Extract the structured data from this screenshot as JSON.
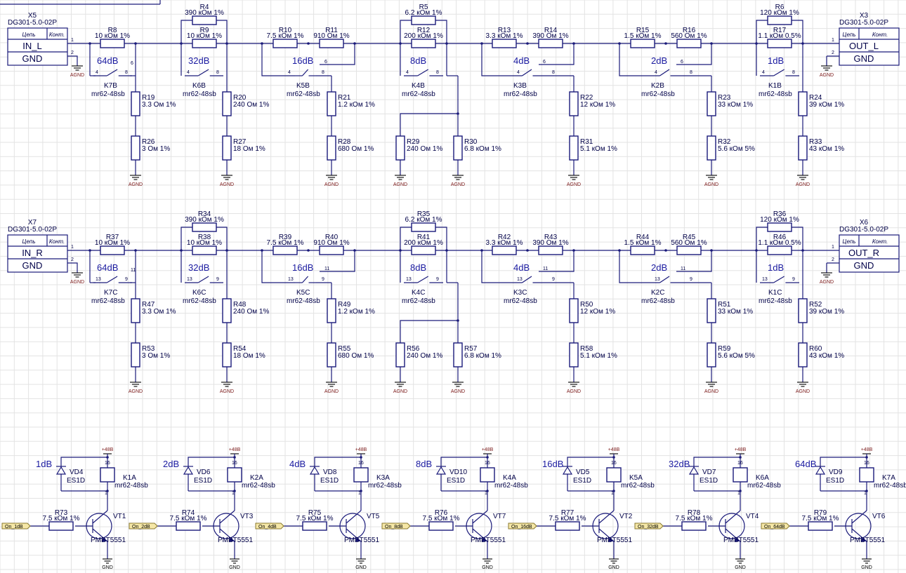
{
  "connectors": {
    "top_in": {
      "ref": "X5",
      "part": "DG301-5.0-02P",
      "h1": "Цепь",
      "h2": "Конт.",
      "pins": [
        "IN_L",
        "GND"
      ]
    },
    "top_out": {
      "ref": "X3",
      "part": "DG301-5.0-02P",
      "h1": "Конт.",
      "h2": "Цепь",
      "pins": [
        "OUT_L",
        "GND"
      ]
    },
    "bot_in": {
      "ref": "X7",
      "part": "DG301-5.0-02P",
      "h1": "Цепь",
      "h2": "Конт.",
      "pins": [
        "IN_R",
        "GND"
      ]
    },
    "bot_out": {
      "ref": "X6",
      "part": "DG301-5.0-02P",
      "h1": "Конт.",
      "h2": "Цепь",
      "pins": [
        "OUT_R",
        "GND"
      ]
    }
  },
  "top_row": {
    "stages": [
      {
        "db": "64dB",
        "relay": "K7B",
        "relay_part": "mr62-48sb",
        "ser1": [
          "R8",
          "10 кОм 1%"
        ],
        "ser2": null,
        "par": null,
        "shunt": [
          [
            "R19",
            "3.3 Ом 1%"
          ],
          [
            "R26",
            "3 Ом 1%"
          ]
        ]
      },
      {
        "db": "32dB",
        "relay": "K6B",
        "relay_part": "mr62-48sb",
        "ser1": [
          "R9",
          "10 кОм 1%"
        ],
        "ser2": null,
        "par": [
          "R4",
          "390 кОм 1%"
        ],
        "shunt": [
          [
            "R20",
            "240 Ом 1%"
          ],
          [
            "R27",
            "18 Ом 1%"
          ]
        ]
      },
      {
        "db": "16dB",
        "relay": "K5B",
        "relay_part": "mr62-48sb",
        "ser1": [
          "R10",
          "7.5 кОм 1%"
        ],
        "ser2": [
          "R11",
          "910 Ом 1%"
        ],
        "par": null,
        "shunt": [
          [
            "R21",
            "1.2 кОм 1%"
          ],
          [
            "R28",
            "680 Ом 1%"
          ]
        ]
      },
      {
        "db": "8dB",
        "relay": "K4B",
        "relay_part": "mr62-48sb",
        "ser1": [
          "R12",
          "200 кОм 1%"
        ],
        "ser2": null,
        "par": [
          "R5",
          "6.2 кОм 1%"
        ],
        "shunt2": [
          [
            "R29",
            "240 Ом 1%"
          ],
          [
            "R30",
            "6.8 кОм 1%"
          ]
        ]
      },
      {
        "db": "4dB",
        "relay": "K3B",
        "relay_part": "mr62-48sb",
        "ser1": [
          "R13",
          "3.3 кОм 1%"
        ],
        "ser2": [
          "R14",
          "390 Ом 1%"
        ],
        "par": null,
        "shunt": [
          [
            "R22",
            "12 кОм 1%"
          ],
          [
            "R31",
            "5.1 кОм 1%"
          ]
        ]
      },
      {
        "db": "2dB",
        "relay": "K2B",
        "relay_part": "mr62-48sb",
        "ser1": [
          "R15",
          "1.5 кОм 1%"
        ],
        "ser2": [
          "R16",
          "560 Ом 1%"
        ],
        "par": null,
        "shunt": [
          [
            "R23",
            "33 кОм 1%"
          ],
          [
            "R32",
            "5.6 кОм 5%"
          ]
        ]
      },
      {
        "db": "1dB",
        "relay": "K1B",
        "relay_part": "mr62-48sb",
        "ser1": [
          "R17",
          "1.1 кОм 0.5%"
        ],
        "ser2": null,
        "par": [
          "R6",
          "120 кОм 1%"
        ],
        "shunt": [
          [
            "R24",
            "39 кОм 1%"
          ],
          [
            "R33",
            "43 кОм 1%"
          ]
        ]
      }
    ]
  },
  "bot_row": {
    "stages": [
      {
        "db": "64dB",
        "relay": "K7C",
        "relay_part": "mr62-48sb",
        "ser1": [
          "R37",
          "10 кОм 1%"
        ],
        "ser2": null,
        "par": null,
        "shunt": [
          [
            "R47",
            "3.3 Ом 1%"
          ],
          [
            "R53",
            "3 Ом 1%"
          ]
        ]
      },
      {
        "db": "32dB",
        "relay": "K6C",
        "relay_part": "mr62-48sb",
        "ser1": [
          "R38",
          "10 кОм 1%"
        ],
        "ser2": null,
        "par": [
          "R34",
          "390 кОм 1%"
        ],
        "shunt": [
          [
            "R48",
            "240 Ом 1%"
          ],
          [
            "R54",
            "18 Ом 1%"
          ]
        ]
      },
      {
        "db": "16dB",
        "relay": "K5C",
        "relay_part": "mr62-48sb",
        "ser1": [
          "R39",
          "7.5 кОм 1%"
        ],
        "ser2": [
          "R40",
          "910 Ом 1%"
        ],
        "par": null,
        "shunt": [
          [
            "R49",
            "1.2 кОм 1%"
          ],
          [
            "R55",
            "680 Ом 1%"
          ]
        ]
      },
      {
        "db": "8dB",
        "relay": "K4C",
        "relay_part": "mr62-48sb",
        "ser1": [
          "R41",
          "200 кОм 1%"
        ],
        "ser2": null,
        "par": [
          "R35",
          "6.2 кОм 1%"
        ],
        "shunt2": [
          [
            "R56",
            "240 Ом 1%"
          ],
          [
            "R57",
            "6.8 кОм 1%"
          ]
        ]
      },
      {
        "db": "4dB",
        "relay": "K3C",
        "relay_part": "mr62-48sb",
        "ser1": [
          "R42",
          "3.3 кОм 1%"
        ],
        "ser2": [
          "R43",
          "390 Ом 1%"
        ],
        "par": null,
        "shunt": [
          [
            "R50",
            "12 кОм 1%"
          ],
          [
            "R58",
            "5.1 кОм 1%"
          ]
        ]
      },
      {
        "db": "2dB",
        "relay": "K2C",
        "relay_part": "mr62-48sb",
        "ser1": [
          "R44",
          "1.5 кОм 1%"
        ],
        "ser2": [
          "R45",
          "560 Ом 1%"
        ],
        "par": null,
        "shunt": [
          [
            "R51",
            "33 кОм 1%"
          ],
          [
            "R59",
            "5.6 кОм 5%"
          ]
        ]
      },
      {
        "db": "1dB",
        "relay": "K1C",
        "relay_part": "mr62-48sb",
        "ser1": [
          "R46",
          "1.1 кОм 0.5%"
        ],
        "ser2": null,
        "par": [
          "R36",
          "120 кОм 1%"
        ],
        "shunt": [
          [
            "R52",
            "39 кОм 1%"
          ],
          [
            "R60",
            "43 кОм 1%"
          ]
        ]
      }
    ]
  },
  "drivers": [
    {
      "db": "1dB",
      "diode": "VD4",
      "diode_part": "ES1D",
      "relay": "K1A",
      "relay_part": "mr62-48sb",
      "r": "R73",
      "r_val": "7.5 кОм 1%",
      "vt": "VT1",
      "vt_part": "PMBT5551",
      "net": "On_1dB"
    },
    {
      "db": "2dB",
      "diode": "VD6",
      "diode_part": "ES1D",
      "relay": "K2A",
      "relay_part": "mr62-48sb",
      "r": "R74",
      "r_val": "7.5 кОм 1%",
      "vt": "VT3",
      "vt_part": "PMBT5551",
      "net": "On_2dB"
    },
    {
      "db": "4dB",
      "diode": "VD8",
      "diode_part": "ES1D",
      "relay": "K3A",
      "relay_part": "mr62-48sb",
      "r": "R75",
      "r_val": "7.5 кОм 1%",
      "vt": "VT5",
      "vt_part": "PMBT5551",
      "net": "On_4dB"
    },
    {
      "db": "8dB",
      "diode": "VD10",
      "diode_part": "ES1D",
      "relay": "K4A",
      "relay_part": "mr62-48sb",
      "r": "R76",
      "r_val": "7.5 кОм 1%",
      "vt": "VT7",
      "vt_part": "PMBT5551",
      "net": "On_8dB"
    },
    {
      "db": "16dB",
      "diode": "VD5",
      "diode_part": "ES1D",
      "relay": "K5A",
      "relay_part": "mr62-48sb",
      "r": "R77",
      "r_val": "7.5 кОм 1%",
      "vt": "VT2",
      "vt_part": "PMBT5551",
      "net": "On_16dB"
    },
    {
      "db": "32dB",
      "diode": "VD7",
      "diode_part": "ES1D",
      "relay": "K6A",
      "relay_part": "mr62-48sb",
      "r": "R78",
      "r_val": "7.5 кОм 1%",
      "vt": "VT4",
      "vt_part": "PMBT5551",
      "net": "On_32dB"
    },
    {
      "db": "64dB",
      "diode": "VD9",
      "diode_part": "ES1D",
      "relay": "K7A",
      "relay_part": "mr62-48sb",
      "r": "R79",
      "r_val": "7.5 кОм 1%",
      "vt": "VT6",
      "vt_part": "PMBT5551",
      "net": "On_64dB"
    }
  ],
  "power": {
    "supply": "+48В",
    "ground": "GND",
    "agnd": "AGND"
  }
}
